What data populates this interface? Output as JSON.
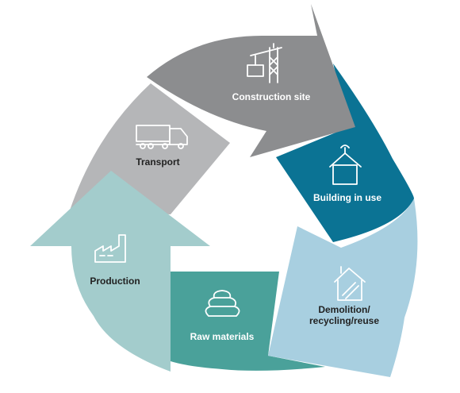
{
  "stages": {
    "construction": {
      "label": "Construction site",
      "icon": "crane-icon",
      "color": "#8c8d8f"
    },
    "building": {
      "label": "Building in use",
      "icon": "house-icon",
      "color": "#0b7394"
    },
    "demolition": {
      "label": "Demolition/\nrecycling/reuse",
      "icon": "demolished-house-icon",
      "color": "#a8cfe0"
    },
    "raw": {
      "label": "Raw materials",
      "icon": "stacked-material-icon",
      "color": "#4aa19a"
    },
    "production": {
      "label": "Production",
      "icon": "factory-icon",
      "color": "#a3cccc"
    },
    "transport": {
      "label": "Transport",
      "icon": "truck-icon",
      "color": "#b5b6b8"
    }
  }
}
